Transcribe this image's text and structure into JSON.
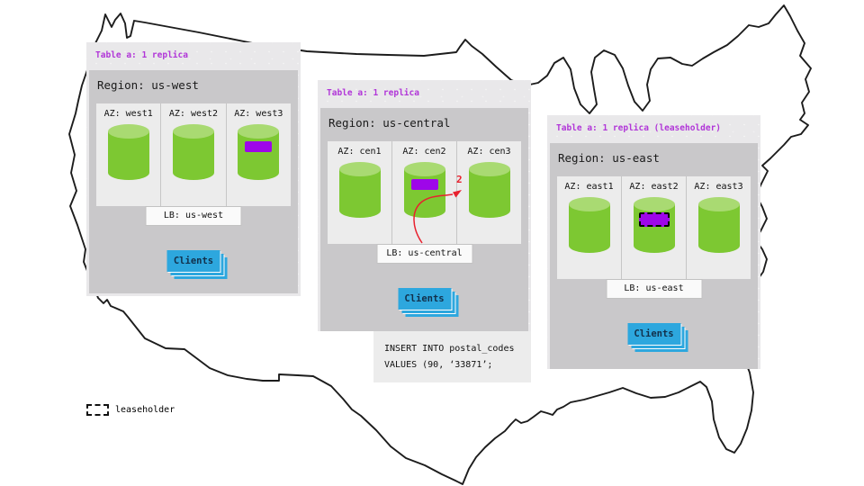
{
  "legend": {
    "label": "leaseholder"
  },
  "panels": [
    {
      "table_label": "Table a: 1 replica",
      "region_label": "Region: us-west",
      "azs": [
        {
          "label": "AZ: west1"
        },
        {
          "label": "AZ: west2"
        },
        {
          "label": "AZ: west3"
        }
      ],
      "lb_label": "LB: us-west",
      "clients_label": "Clients"
    },
    {
      "table_label": "Table a: 1 replica",
      "region_label": "Region: us-central",
      "azs": [
        {
          "label": "AZ: cen1"
        },
        {
          "label": "AZ: cen2"
        },
        {
          "label": "AZ: cen3"
        }
      ],
      "lb_label": "LB: us-central",
      "clients_label": "Clients",
      "annotation": "2",
      "sql_lines": [
        "INSERT INTO postal_codes",
        "VALUES (90, ‘33871’;"
      ]
    },
    {
      "table_label": "Table a: 1 replica (leaseholder)",
      "region_label": "Region: us-east",
      "azs": [
        {
          "label": "AZ: east1"
        },
        {
          "label": "AZ: east2"
        },
        {
          "label": "AZ: east3"
        }
      ],
      "lb_label": "LB: us-east",
      "clients_label": "Clients"
    }
  ],
  "colors": {
    "replica": "#9e06e9",
    "header_text": "#b136d8",
    "cylinder_body": "#7dc832",
    "cylinder_top": "#a9da72",
    "button": "#2da7de",
    "arrow": "#e8212e",
    "map_outline": "#1c1c1c"
  }
}
